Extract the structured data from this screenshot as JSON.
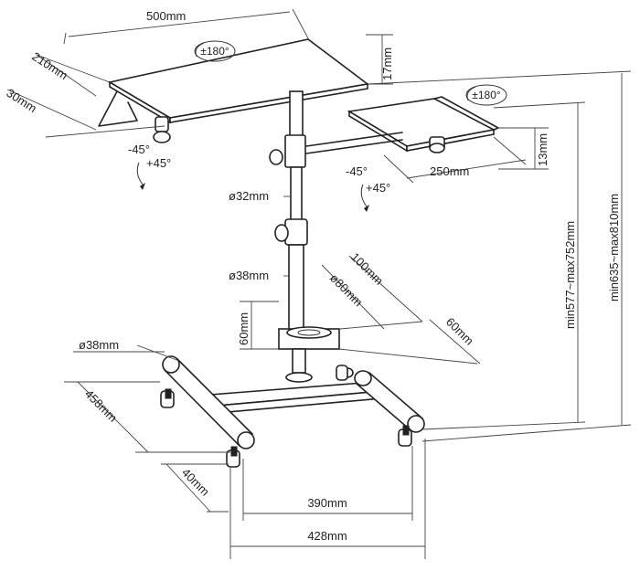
{
  "dimensions": {
    "top_tray_width": "500mm",
    "top_tray_depth": "210mm",
    "top_tray_clamp": "30mm",
    "top_tray_thickness": "17mm",
    "top_tray_rotation": "±180°",
    "side_tray_rotation": "±180°",
    "side_tray_width": "250mm",
    "side_tray_thickness": "13mm",
    "tilt_top_neg": "-45°",
    "tilt_top_pos": "+45°",
    "tilt_side_neg": "-45°",
    "tilt_side_pos": "+45°",
    "upper_pole_diameter": "ø32mm",
    "lower_pole_diameter": "ø38mm",
    "collar_diameter": "ø80mm",
    "collar_offset": "100mm",
    "collar_height": "60mm",
    "collar_depth": "60mm",
    "base_tube_diameter": "ø38mm",
    "base_depth": "458mm",
    "caster_height": "40mm",
    "inner_width": "390mm",
    "outer_width": "428mm",
    "height_range_low": "min577~max752mm",
    "height_range_high": "min635~max810mm"
  }
}
